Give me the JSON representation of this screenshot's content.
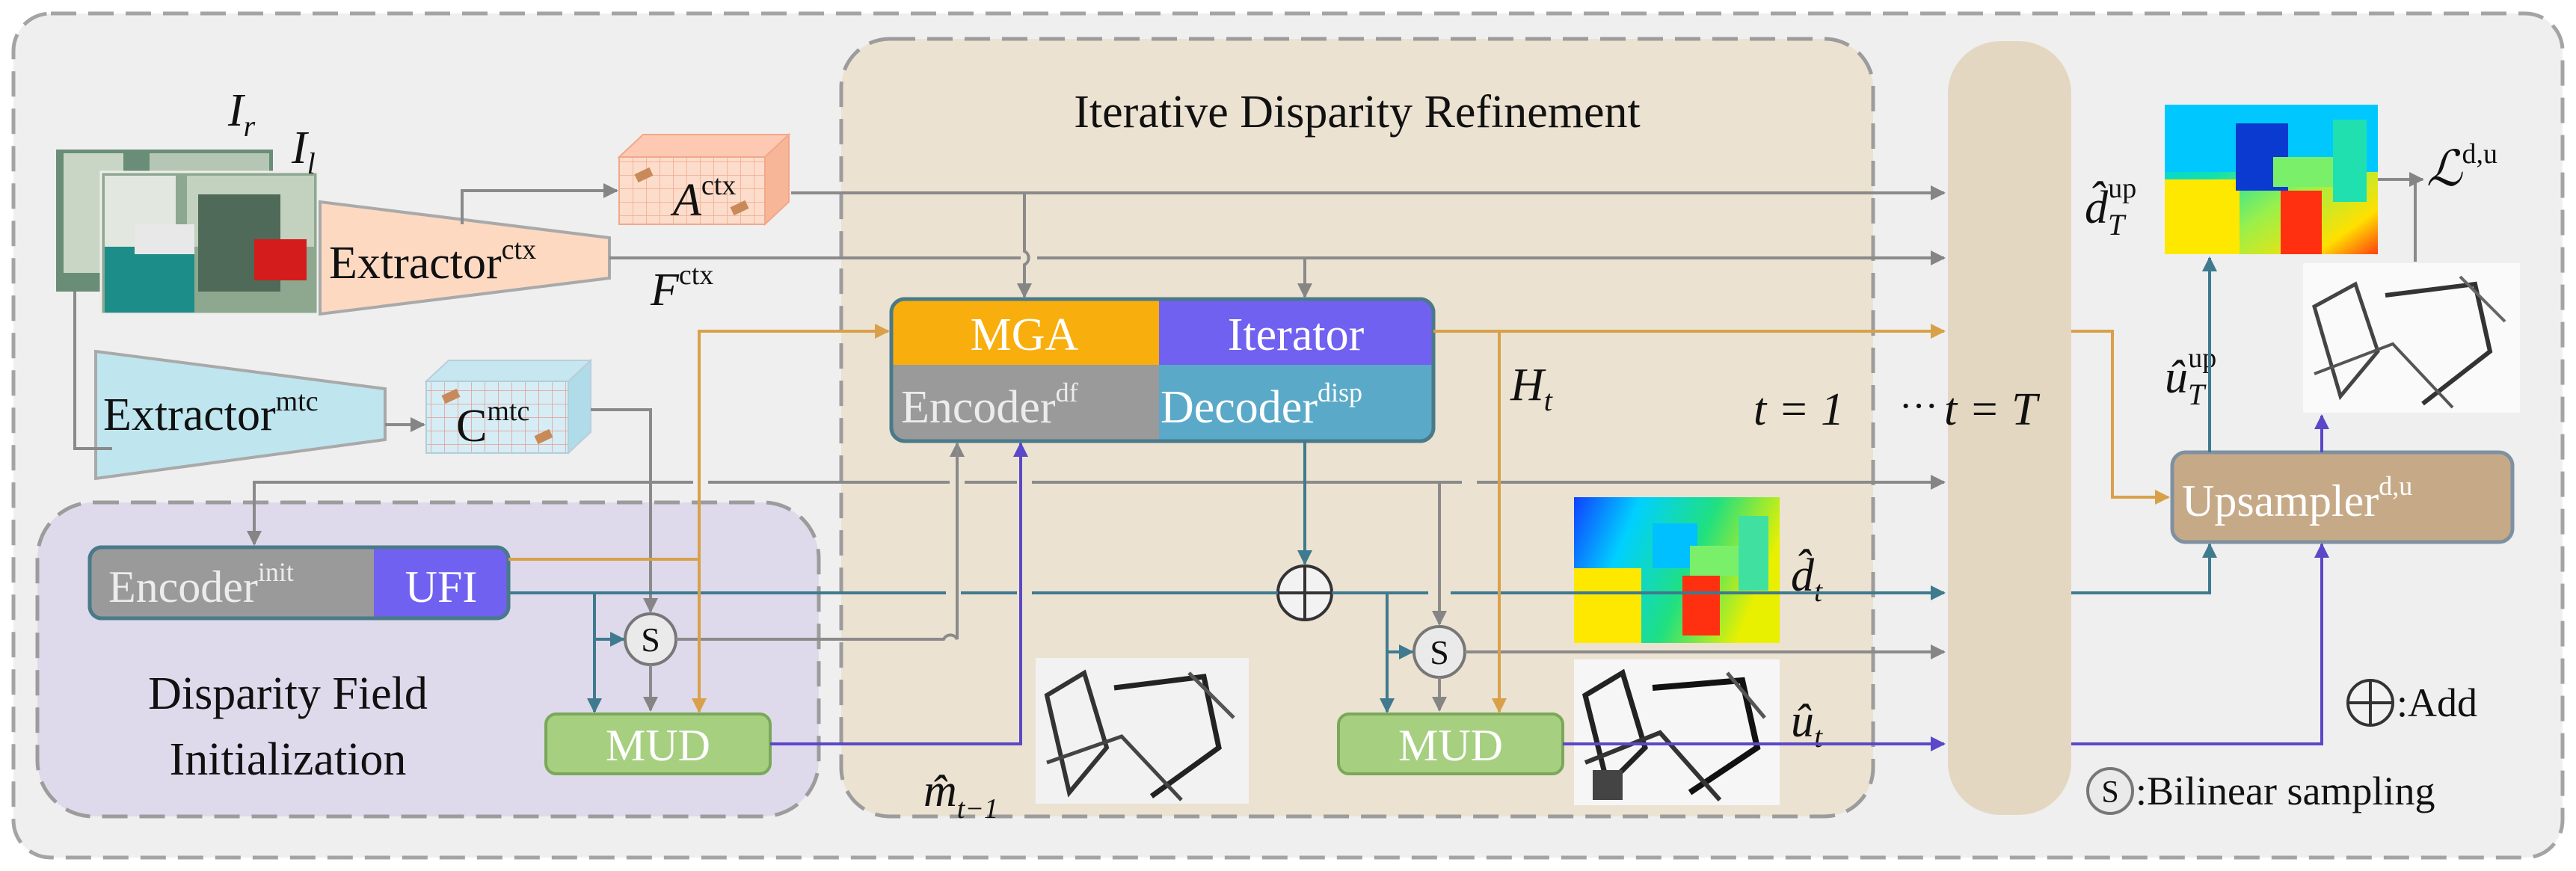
{
  "refinement": {
    "title": "Iterative Disparity Refinement",
    "mga": "MGA",
    "iterator": "Iterator",
    "encoder_base": "Encoder",
    "encoder_sup": "df",
    "decoder_base": "Decoder",
    "decoder_sup": "disp",
    "h_base": "H",
    "h_sub": "t",
    "iter_t1": "t = 1",
    "ellipsis": "···",
    "iter_tT": "t = T"
  },
  "extractors": {
    "ctx_base": "Extractor",
    "ctx_sup": "ctx",
    "mtc_base": "Extractor",
    "mtc_sup": "mtc"
  },
  "features": {
    "a_base": "A",
    "a_sup": "ctx",
    "f_base": "F",
    "f_sup": "ctx",
    "c_base": "C",
    "c_sup": "mtc"
  },
  "inputs": {
    "ir_base": "I",
    "ir_sub": "r",
    "il_base": "I",
    "il_sub": "l"
  },
  "initialization": {
    "title_line1": "Disparity Field",
    "title_line2": "Initialization",
    "encoder_base": "Encoder",
    "encoder_sup": "init",
    "ufi": "UFI",
    "mud": "MUD",
    "sampling_symbol": "S"
  },
  "outputs": {
    "mud2": "MUD",
    "s2": "S",
    "m_base": "m̂",
    "m_sub": "t−1",
    "d_base": "d̂",
    "d_sub": "t",
    "u_base": "û",
    "u_sub": "t",
    "upsampler_base": "Upsampler",
    "upsampler_sup": "d,u",
    "dT_base": "d̂",
    "dT_sub": "T",
    "dT_sup": "up",
    "uT_base": "û",
    "uT_sub": "T",
    "uT_sup": "up",
    "loss_base": "ℒ",
    "loss_sup": "d,u"
  },
  "legend": {
    "add": ":Add",
    "sampling_symbol": "S",
    "sampling": ":Bilinear sampling"
  },
  "colors": {
    "mga": "#f8ae0c",
    "iterator": "#7061f0",
    "encoder": "#9a9a9a",
    "decoder": "#5aa9c8",
    "mud": "#a6cf80",
    "upsampler": "#c6aa88",
    "ctx_extractor": "#fdd9c2",
    "mtc_extractor": "#bfe5ef",
    "refine_bg": "#ece2d1",
    "init_bg": "#dedaeb",
    "outer_bg": "#efefef",
    "orange_arrow": "#d9a04a",
    "purple_arrow": "#5a48c8",
    "blue_arrow": "#3f7a8e",
    "gray_arrow": "#8a8a8a"
  }
}
